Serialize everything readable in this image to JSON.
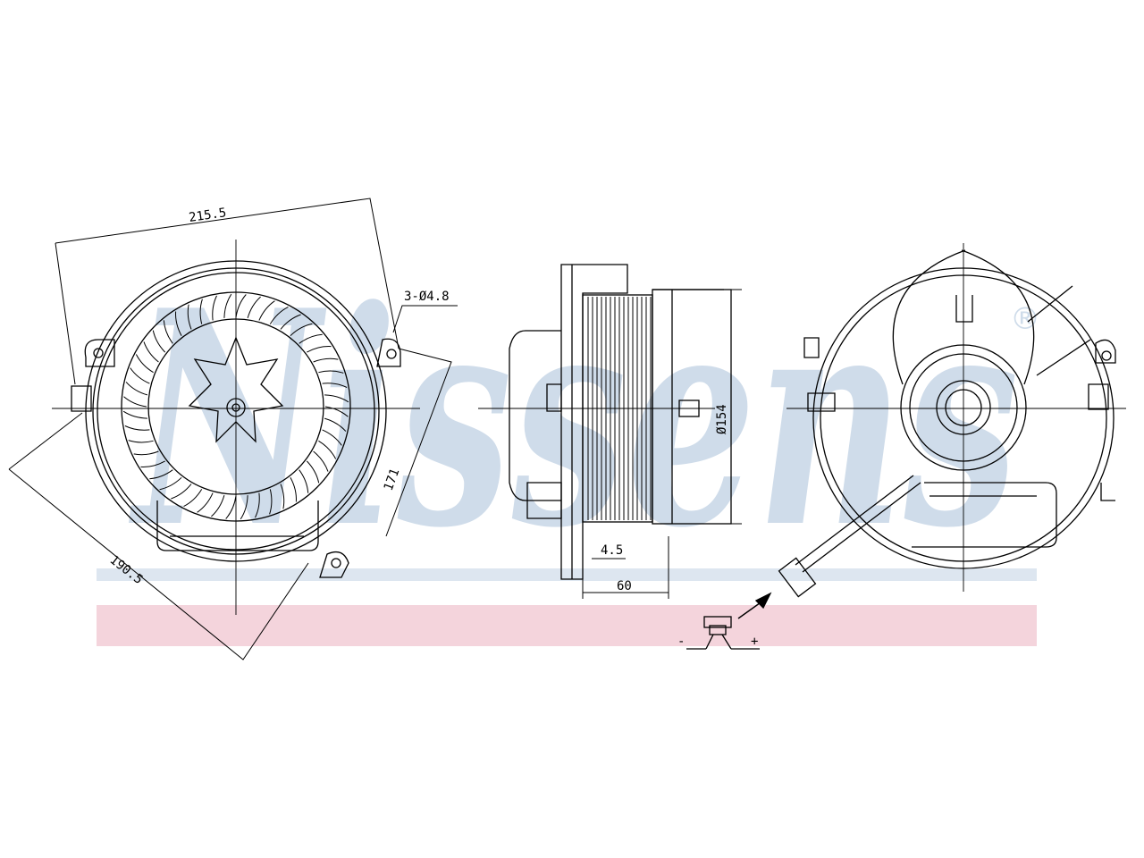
{
  "watermark": {
    "brand": "Nissens",
    "registered": "®"
  },
  "front_view": {
    "dim_width": "215.5",
    "dim_height": "190.5",
    "dim_diag": "171",
    "dim_holes": "3-Ø4.8"
  },
  "side_view": {
    "dim_diameter": "Ø154",
    "dim_flange": "4.5",
    "dim_depth": "60"
  },
  "connector": {
    "minus": "-",
    "plus": "+"
  },
  "colors": {
    "line": "#000000",
    "watermark_blue": "#cfdcea",
    "band_pink": "#f4d4dc",
    "band_blue": "#dde6f0"
  }
}
